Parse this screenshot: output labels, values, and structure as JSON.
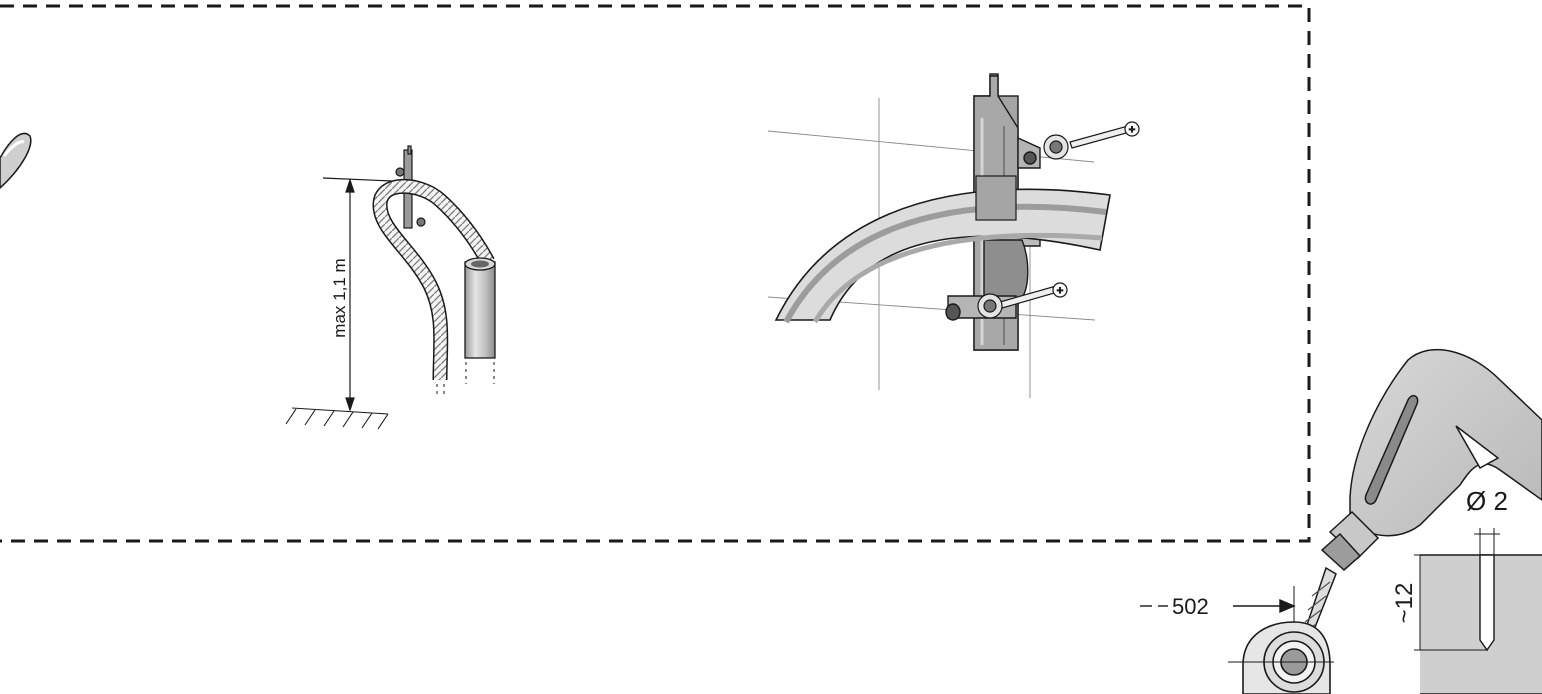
{
  "figures": {
    "install_height": {
      "label": "max 1,1 m"
    },
    "drilling": {
      "distance_label": "502",
      "diameter_label": "Ø 2",
      "depth_label": "~12"
    }
  }
}
